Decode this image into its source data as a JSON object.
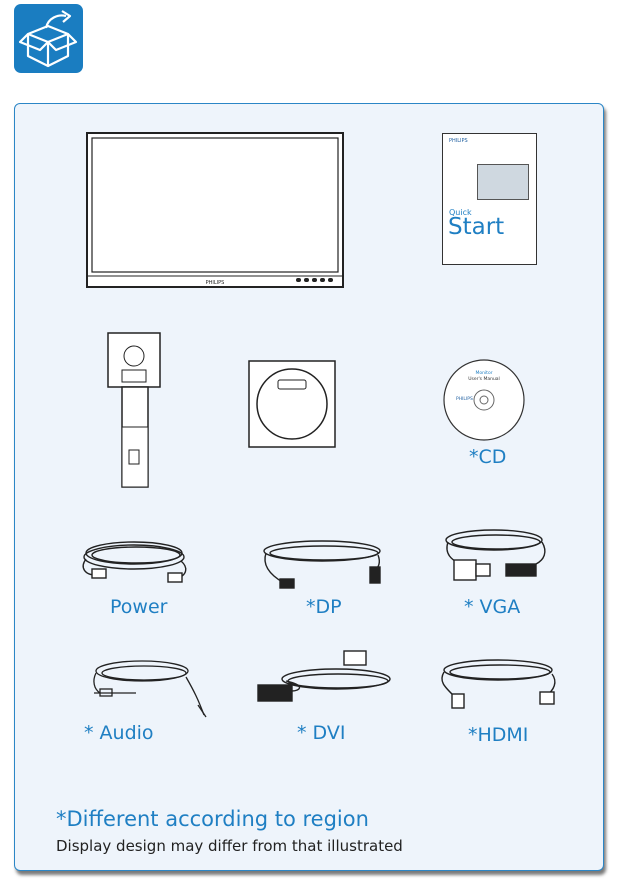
{
  "header": {
    "icon": "open-box-icon",
    "accent": "#1a7dc1"
  },
  "items": {
    "monitor": {
      "brand": "PHILIPS"
    },
    "quick_start": {
      "brand": "PHILIPS",
      "line1": "Quick",
      "line2": "Start"
    },
    "cd": {
      "label": "*CD",
      "brand": "PHILIPS",
      "title": "Monitor",
      "subtitle": "User's Manual"
    },
    "power": {
      "label": "Power"
    },
    "dp": {
      "label": "*DP"
    },
    "vga": {
      "label": "* VGA"
    },
    "audio": {
      "label": "* Audio"
    },
    "dvi": {
      "label": "* DVI"
    },
    "hdmi": {
      "label": "*HDMI"
    }
  },
  "notes": {
    "region": "*Different according to region",
    "design": "Display design may differ from that illustrated"
  },
  "colors": {
    "label_blue": "#1f7fc3",
    "panel_bg": "#eef4fb",
    "border": "#2b86c6"
  }
}
